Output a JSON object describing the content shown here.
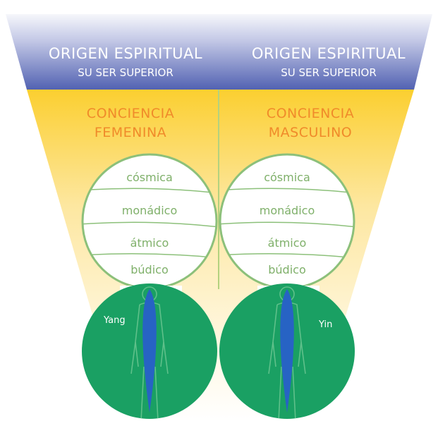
{
  "columns": [
    {
      "origin_title": "ORIGEN ESPIRITUAL",
      "origin_subtitle": "SU SER SUPERIOR",
      "consciousness_line1": "CONCIENCIA",
      "consciousness_line2": "FEMENINA",
      "layers": [
        "cósmica",
        "monádico",
        "átmico",
        "búdico"
      ],
      "body_label": "Yang"
    },
    {
      "origin_title": "ORIGEN ESPIRITUAL",
      "origin_subtitle": "SU SER SUPERIOR",
      "consciousness_line1": "CONCIENCIA",
      "consciousness_line2": "MASCULINO",
      "layers": [
        "cósmica",
        "monádico",
        "átmico",
        "búdico"
      ],
      "body_label": "Yin"
    }
  ],
  "colors": {
    "header_top": "#f4f5fb",
    "header_bottom": "#5565b4",
    "header_text": "#ffffff",
    "glow_top": "#fbd13a",
    "glow_mid": "#fde9a6",
    "consciousness_text": "#f08a2a",
    "circle_stroke": "#8cc07a",
    "layer_text": "#7fb06a",
    "body_green": "#1aa063",
    "body_blue": "#2763c4",
    "divider": "#b3d27f"
  }
}
